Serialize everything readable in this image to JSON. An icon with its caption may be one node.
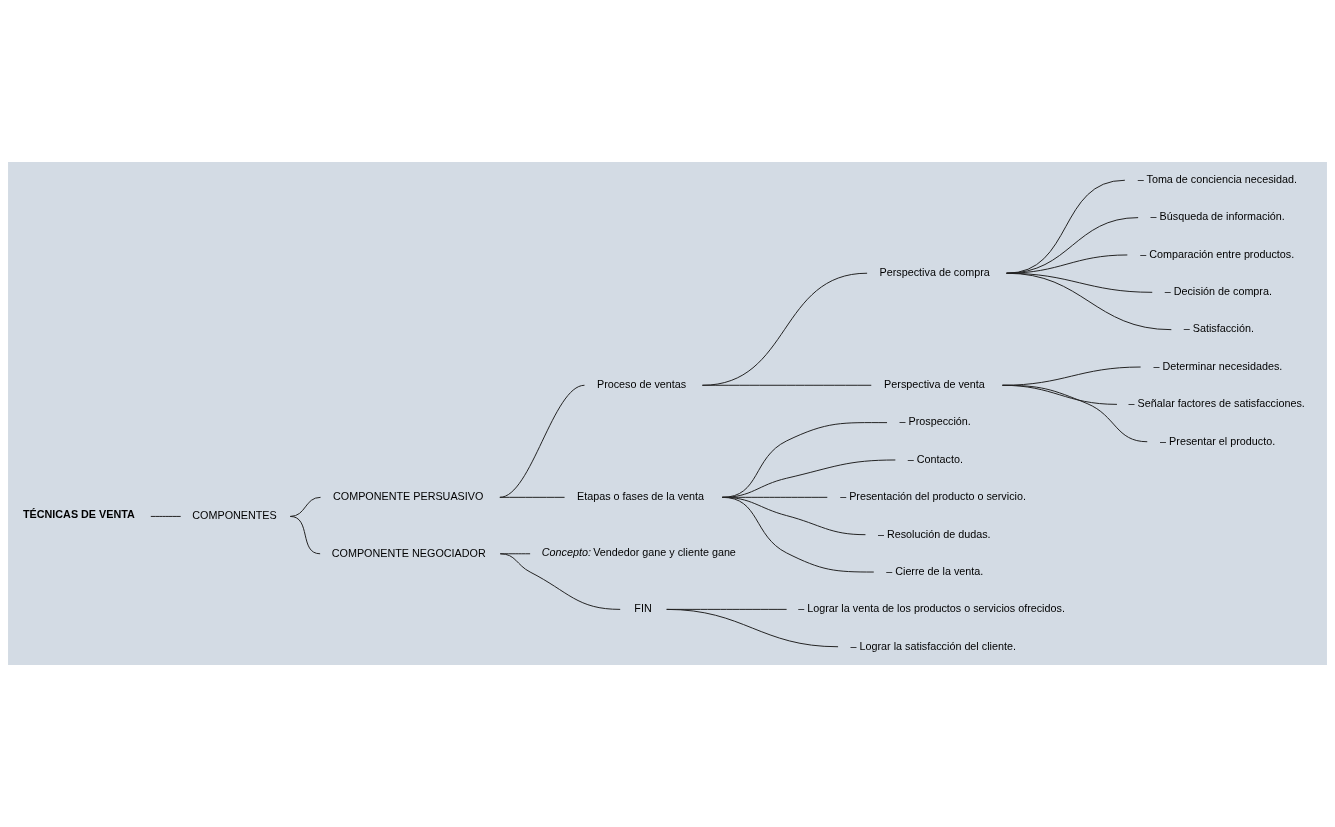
{
  "diagram": {
    "nodes": [
      {
        "text": [
          "TÉCNICAS DE VENTA"
        ]
      },
      {
        "text": [
          "COMPONENTES"
        ]
      },
      {
        "text": [
          "COMPONENTE PERSUASIVO"
        ]
      },
      {
        "text": [
          "Proceso de ventas"
        ]
      },
      {
        "text": [
          "Perspectiva de compra"
        ]
      },
      {
        "text": [
          "– Toma de conciencia necesidad."
        ]
      },
      {
        "text": [
          "– Búsqueda de información."
        ]
      },
      {
        "text": [
          "– Comparación entre productos."
        ]
      },
      {
        "text": [
          "– Decisión de compra."
        ]
      },
      {
        "text": [
          "– Satisfacción."
        ]
      },
      {
        "text": [
          "Perspectiva de venta"
        ]
      },
      {
        "text": [
          "– Determinar necesidades."
        ]
      },
      {
        "text": [
          "– Señalar factores de satisfacciones."
        ]
      },
      {
        "text": [
          "– Presentar el producto."
        ]
      },
      {
        "text": [
          "Etapas o fases de la venta"
        ]
      },
      {
        "text": [
          "– Prospección."
        ]
      },
      {
        "text": [
          "– Contacto."
        ]
      },
      {
        "text": [
          "– Presentación del producto o servicio."
        ]
      },
      {
        "text": [
          "– Resolución de dudas."
        ]
      },
      {
        "text": [
          "– Cierre de la venta."
        ]
      },
      {
        "text": [
          "COMPONENTE NEGOCIADOR"
        ]
      },
      {
        "text": [
          "*Concepto:* Vendedor gane y cliente gane"
        ]
      },
      {
        "text": [
          "FIN"
        ]
      },
      {
        "text": [
          "– Lograr la venta de los productos o servicios ofrecidos."
        ]
      },
      {
        "text": [
          "– Lograr la satisfacción del cliente."
        ]
      }
    ],
    "edges": [
      {
        "from": 0,
        "to": 1,
        "arrow": "none"
      },
      {
        "from": 1,
        "to": 2,
        "arrow": "none"
      },
      {
        "from": 1,
        "to": 20,
        "arrow": "none"
      },
      {
        "from": 2,
        "to": 3,
        "arrow": "none"
      },
      {
        "from": 2,
        "to": 14,
        "arrow": "none"
      },
      {
        "from": 3,
        "to": 4,
        "arrow": "none"
      },
      {
        "from": 3,
        "to": 10,
        "arrow": "none"
      },
      {
        "from": 4,
        "to": 5,
        "arrow": "none"
      },
      {
        "from": 4,
        "to": 6,
        "arrow": "none"
      },
      {
        "from": 4,
        "to": 7,
        "arrow": "none"
      },
      {
        "from": 4,
        "to": 8,
        "arrow": "none"
      },
      {
        "from": 4,
        "to": 9,
        "arrow": "none"
      },
      {
        "from": 10,
        "to": 11,
        "arrow": "none"
      },
      {
        "from": 10,
        "to": 12,
        "arrow": "none"
      },
      {
        "from": 10,
        "to": 13,
        "arrow": "none"
      },
      {
        "from": 14,
        "to": 15,
        "arrow": "none"
      },
      {
        "from": 14,
        "to": 16,
        "arrow": "none"
      },
      {
        "from": 14,
        "to": 17,
        "arrow": "none"
      },
      {
        "from": 14,
        "to": 18,
        "arrow": "none"
      },
      {
        "from": 14,
        "to": 19,
        "arrow": "none"
      },
      {
        "from": 20,
        "to": 21,
        "arrow": "none"
      },
      {
        "from": 20,
        "to": 22,
        "arrow": "none"
      },
      {
        "from": 22,
        "to": 23,
        "arrow": "none"
      },
      {
        "from": 22,
        "to": 24,
        "arrow": "none"
      }
    ]
  }
}
